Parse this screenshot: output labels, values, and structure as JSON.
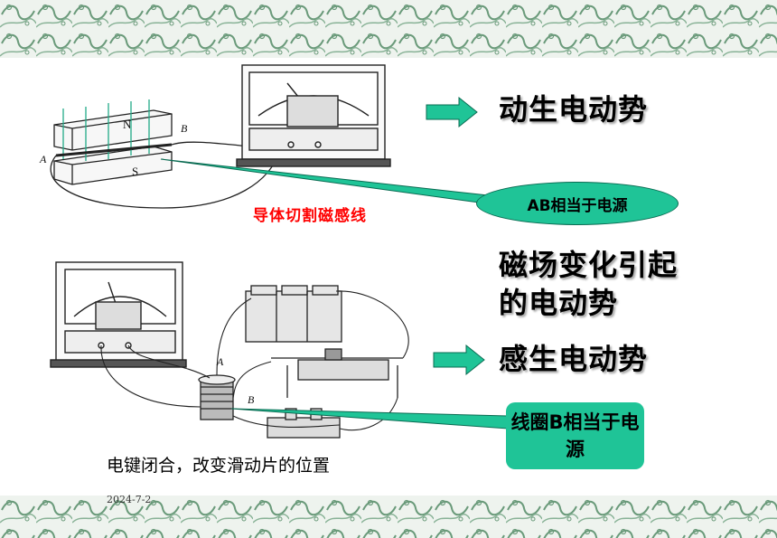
{
  "slide": {
    "caption_cut": "导体切割磁感线",
    "label_motional": "动生电动势",
    "callout_ab": "AB相当于电源",
    "label_field_change": "磁场变化引起的电动势",
    "label_induced": "感生电动势",
    "callout_coil": "线圈B相当于电源",
    "caption_switch": "电键闭合，改变滑动片的位置",
    "date": "2024-7-2"
  },
  "figure_top": {
    "magnet_n": "N",
    "magnet_s": "S",
    "point_a": "A",
    "point_b": "B"
  },
  "figure_bottom": {
    "coil_a": "A",
    "coil_b": "B"
  },
  "colors": {
    "accent_green": "#1fc497",
    "caption_red": "#ff0000",
    "border_green": "#6a9a7a"
  }
}
